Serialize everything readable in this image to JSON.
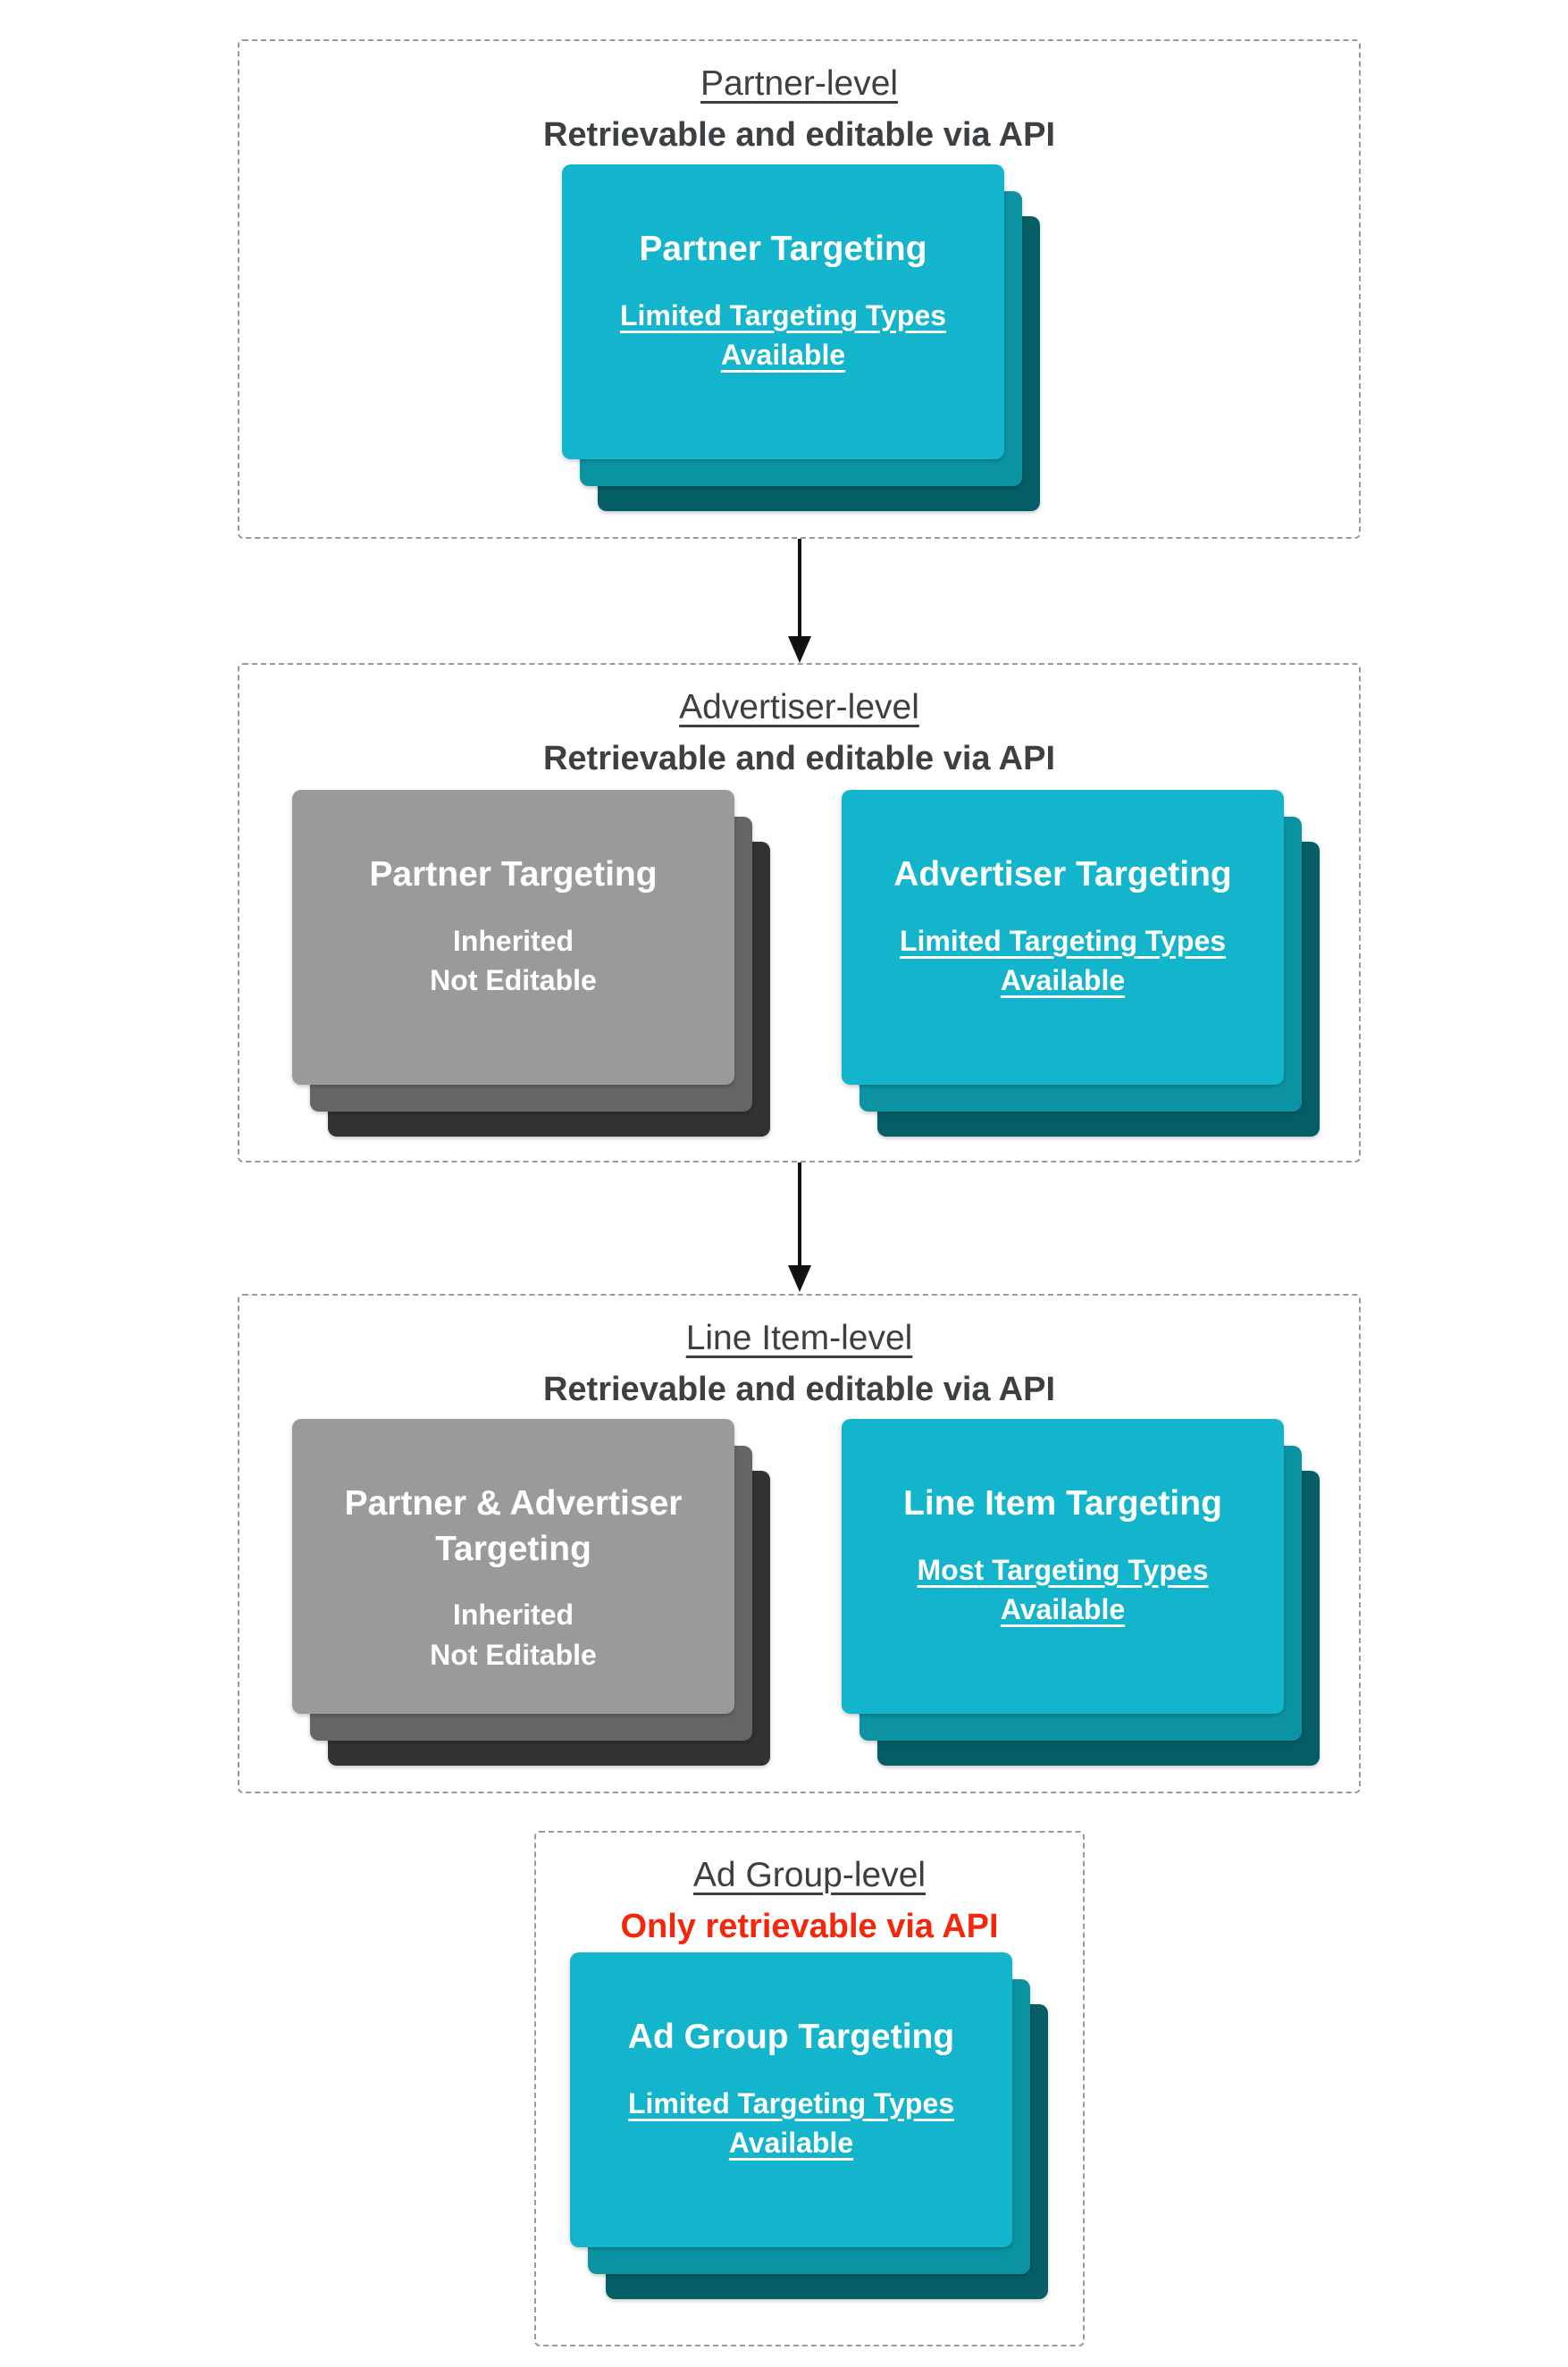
{
  "palette": {
    "cyan_card_front": "#12b5cb",
    "cyan_card_middle": "#0b93a3",
    "cyan_card_back": "#055e66",
    "gray_card_front": "#9a9a9a",
    "gray_card_middle": "#656565",
    "gray_card_back": "#313234",
    "title_text": "#3c4043",
    "red_text": "#f4270c",
    "card_text": "#ffffff",
    "dashed_border": "#9a9a9a",
    "arrow": "#111111",
    "background": "#ffffff"
  },
  "sections": [
    {
      "title": "Partner-level",
      "subtitle": "Retrievable and editable via API",
      "cards": [
        {
          "style": "cyan",
          "heading": "Partner Targeting",
          "body": "Limited Targeting Types\nAvailable"
        }
      ]
    },
    {
      "title": "Advertiser-level",
      "subtitle": "Retrievable and editable via API",
      "cards": [
        {
          "style": "gray",
          "heading": "Partner Targeting",
          "body": "Inherited\nNot Editable"
        },
        {
          "style": "cyan",
          "heading": "Advertiser Targeting",
          "body": "Limited Targeting Types\nAvailable"
        }
      ]
    },
    {
      "title": "Line Item-level",
      "subtitle": "Retrievable and editable via API",
      "cards": [
        {
          "style": "gray",
          "heading": "Partner & Advertiser\nTargeting",
          "body": "Inherited\nNot Editable"
        },
        {
          "style": "cyan",
          "heading": "Line Item Targeting",
          "body": "Most Targeting Types\nAvailable"
        }
      ]
    },
    {
      "title": "Ad Group-level",
      "subtitle": "Only retrievable via API",
      "cards": [
        {
          "style": "cyan",
          "heading": "Ad Group Targeting",
          "body": "Limited Targeting Types\nAvailable"
        }
      ]
    }
  ]
}
